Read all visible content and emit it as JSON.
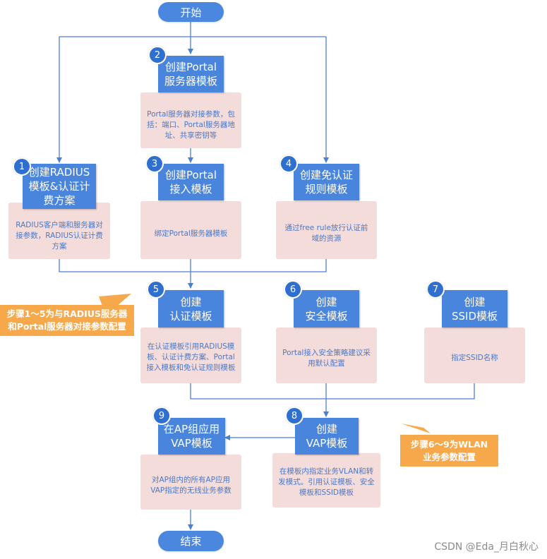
{
  "start_label": "开始",
  "end_label": "结束",
  "steps": [
    {
      "num": "1",
      "title": "创建RADIUS\n模板&认证计\n费方案",
      "desc": "RADIUS客户端和服务器对接参数，RADIUS认证计费方案"
    },
    {
      "num": "2",
      "title": "创建Portal\n服务器模板",
      "desc": "Portal服务器对接参数，包括：端口、Portal服务器地址、共享密钥等"
    },
    {
      "num": "3",
      "title": "创建Portal\n接入模板",
      "desc": "绑定Portal服务器模板"
    },
    {
      "num": "4",
      "title": "创建免认证\n规则模板",
      "desc": "通过free rule放行认证前域的资源"
    },
    {
      "num": "5",
      "title": "创建\n认证模板",
      "desc": "在认证模板引用RADIUS模板、认证计费方案、Portal接入模板和免认证规则模板"
    },
    {
      "num": "6",
      "title": "创建\n安全模板",
      "desc": "Portal接入安全策略建议采用默认配置"
    },
    {
      "num": "7",
      "title": "创建\nSSID模板",
      "desc": "指定SSID名称"
    },
    {
      "num": "8",
      "title": "创建\nVAP模板",
      "desc": "在模板内指定业务VLAN和转发模式。引用认证模板、安全模板和SSID模板"
    },
    {
      "num": "9",
      "title": "在AP组应用\nVAP模板",
      "desc": "对AP组内的所有AP应用VAP指定的无线业务参数"
    }
  ],
  "notes": [
    {
      "text": "步骤1～5为与RADIUS服务器\n和Portal服务器对接参数配置"
    },
    {
      "text": "步骤6～9为WLAN\n业务参数配置"
    }
  ],
  "watermark": "CSDN @Eda_月白秋心"
}
